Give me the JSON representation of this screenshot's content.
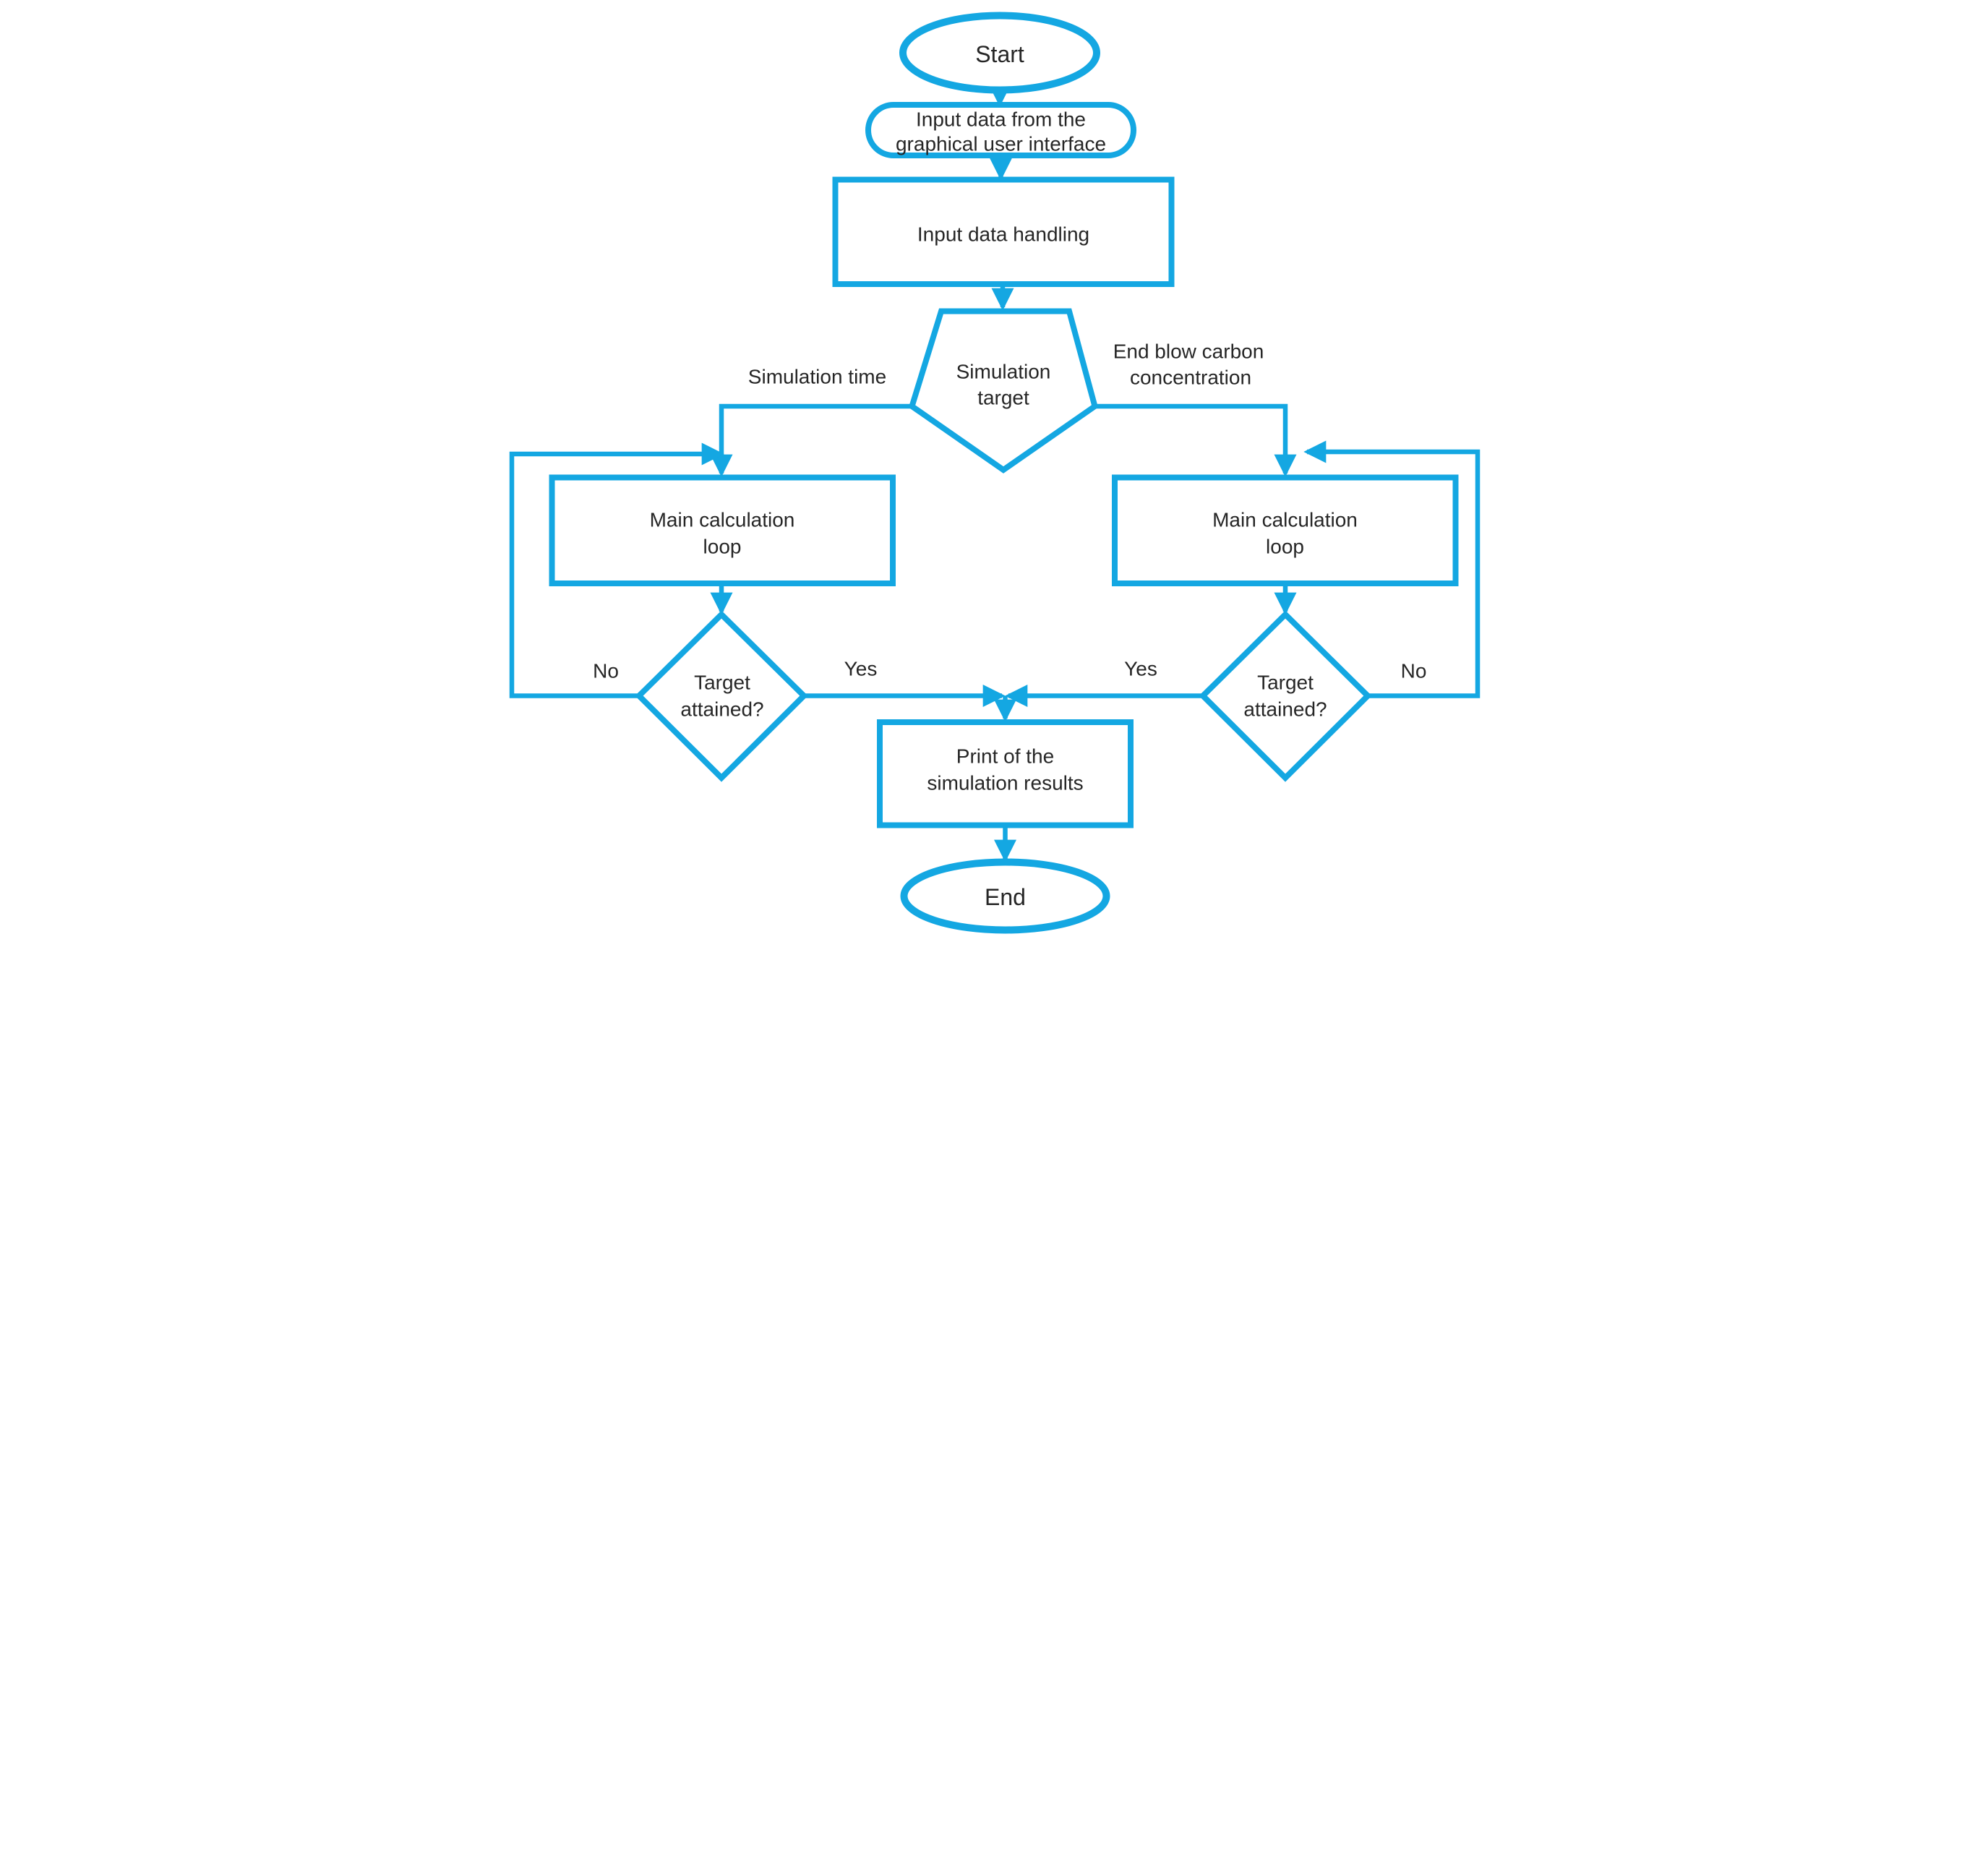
{
  "colors": {
    "accent": "#14a7e2",
    "ink": "#262626",
    "canvas": "#ffffff"
  },
  "nodes": {
    "start": {
      "label": "Start"
    },
    "input_gui": {
      "lines": [
        "Input data from the",
        "graphical user interface"
      ]
    },
    "input_handling": {
      "label": "Input data handling"
    },
    "simulation_target": {
      "lines": [
        "Simulation",
        "target"
      ]
    },
    "main_loop_left": {
      "lines": [
        "Main calculation",
        "loop"
      ]
    },
    "main_loop_right": {
      "lines": [
        "Main calculation",
        "loop"
      ]
    },
    "target_attained_left": {
      "lines": [
        "Target",
        "attained?"
      ]
    },
    "target_attained_right": {
      "lines": [
        "Target",
        "attained?"
      ]
    },
    "print_results": {
      "lines": [
        "Print of the",
        "simulation results"
      ]
    },
    "end": {
      "label": "End"
    }
  },
  "edge_labels": {
    "simulation_time": "Simulation time",
    "end_blow_carbon": {
      "lines": [
        "End blow carbon",
        "concentration"
      ]
    },
    "left_no": "No",
    "left_yes": "Yes",
    "right_yes": "Yes",
    "right_no": "No"
  }
}
